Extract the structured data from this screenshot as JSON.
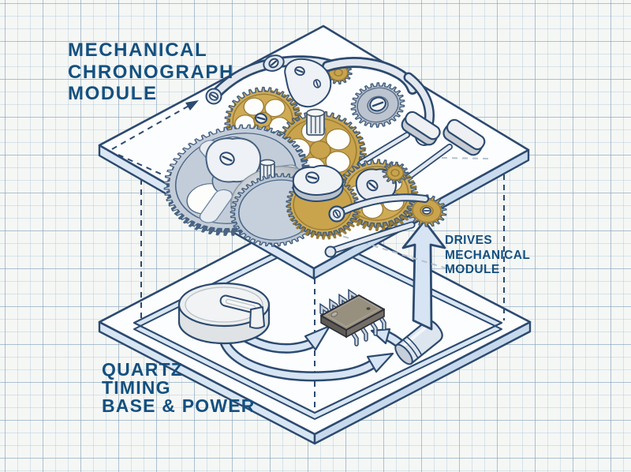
{
  "labels": {
    "mechanical_module": {
      "lines": [
        "MECHANICAL",
        "CHRONOGRAPH",
        "MODULE"
      ]
    },
    "drive_note": {
      "lines": [
        "DRIVES",
        "MECHANICAL",
        "MODULE"
      ]
    },
    "quartz_base": {
      "lines": [
        "QUARTZ",
        "TIMING",
        "BASE & POWER"
      ]
    }
  },
  "colors": {
    "text": "#14507f",
    "ink_outline": "#2c4a70",
    "paper": "#f5f7f5",
    "grid_minor": "#a0bcd2",
    "grid_major": "#88a4bc",
    "plate_fill": "#fcfdfe",
    "plate_side": "#d8e6f3",
    "arrow_fill": "#d6e4f3",
    "brass_gear": "#c8a557",
    "brass_dark": "#9a7c35",
    "silver_part": "#e2e8ee",
    "chip_body": "#97907f",
    "battery_fill": "#eceff0"
  },
  "icons": {
    "components": [
      "gear-train-icon",
      "chronograph-pusher-icon",
      "coin-cell-battery-icon",
      "ic-chip-icon",
      "quartz-crystal-icon",
      "drive-up-arrow-icon",
      "signal-flow-arrow-icon"
    ]
  }
}
